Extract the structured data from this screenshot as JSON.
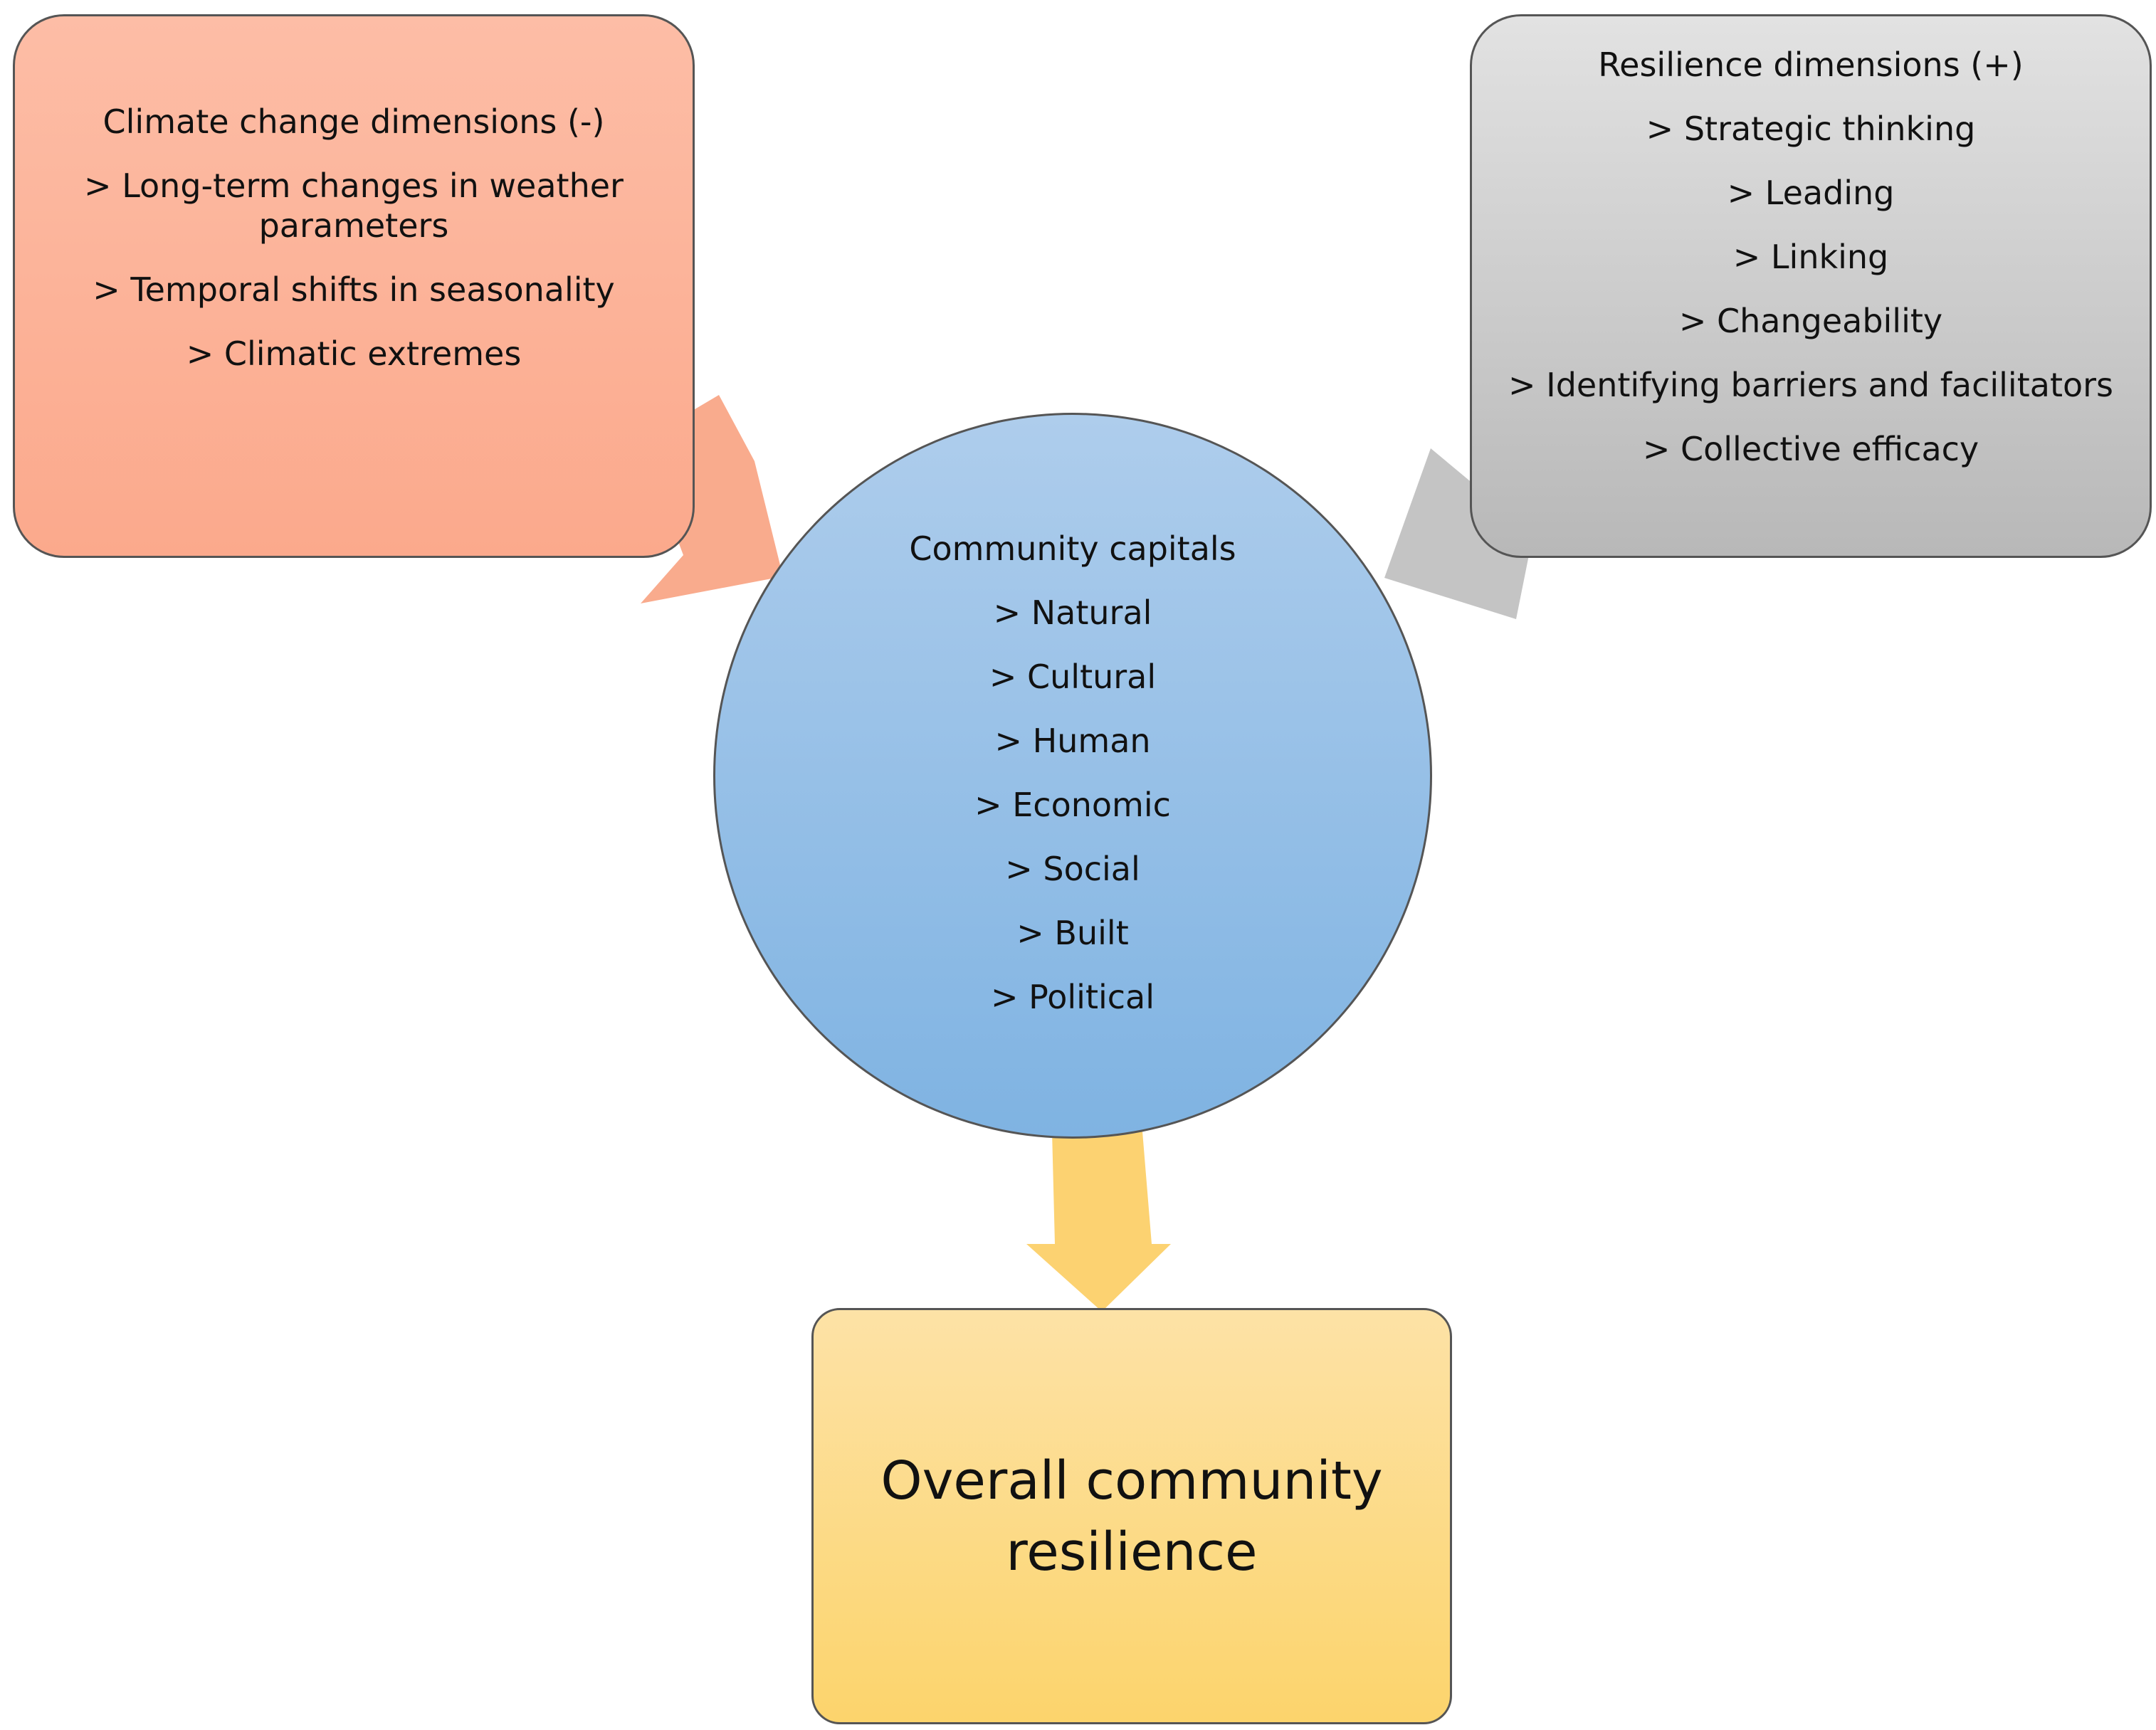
{
  "colors": {
    "climate_fill_top": "#fdbda6",
    "climate_fill_bottom": "#fba98c",
    "climate_arrow": "#f9ab8d",
    "resilience_fill_top": "#e2e2e2",
    "resilience_fill_bottom": "#b8b8b8",
    "resilience_arrow": "#c4c4c4",
    "capitals_fill_top": "#aecdec",
    "capitals_fill_bottom": "#7fb3e2",
    "outcome_fill_top": "#fde2a6",
    "outcome_fill_bottom": "#fcd46c",
    "outcome_arrow": "#fcd271",
    "border": "#555555"
  },
  "climate": {
    "title": "Climate change dimensions (-)",
    "items": [
      "> Long-term changes in weather parameters",
      "> Temporal shifts in seasonality",
      "> Climatic extremes"
    ]
  },
  "resilience": {
    "title": "Resilience dimensions (+)",
    "items": [
      "> Strategic thinking",
      "> Leading",
      "> Linking",
      "> Changeability",
      "> Identifying barriers and facilitators",
      "> Collective efficacy"
    ]
  },
  "capitals": {
    "title": "Community capitals",
    "items": [
      "> Natural",
      "> Cultural",
      "> Human",
      "> Economic",
      "> Social",
      "> Built",
      "> Political"
    ]
  },
  "outcome": {
    "label": "Overall community resilience"
  }
}
